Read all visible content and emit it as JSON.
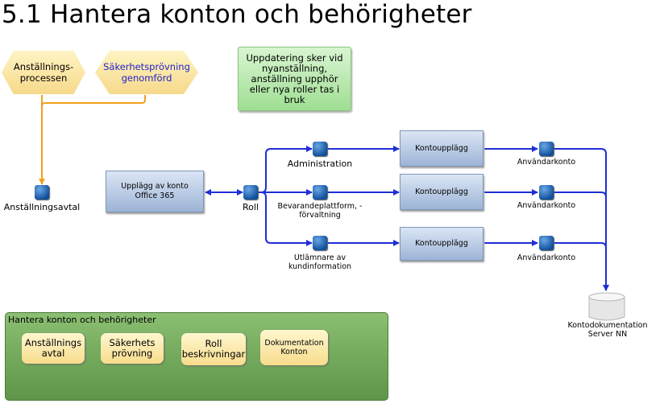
{
  "title": "5.1 Hantera konton och behörigheter",
  "inputs": {
    "hiring_process": "Anställnings-\nprocessen",
    "security_check": "Säkerhetsprövning genomförd"
  },
  "note": "Uppdatering sker vid nyanställning, anställning upphör eller nya roller tas i bruk",
  "nodes": {
    "employment_contract": "Anställningsavtal",
    "role": "Roll",
    "administration": "Administration",
    "preservation_platform": "Bevarandeplattform, -förvaltning",
    "release_info": "Utlämnare av kundinformation",
    "user_account_1": "Användarkonto",
    "user_account_2": "Användarkonto",
    "user_account_3": "Användarkonto"
  },
  "processes": {
    "office365": "Upplägg av konto Office 365",
    "account_setup_1": "Kontoupplägg",
    "account_setup_2": "Kontoupplägg",
    "account_setup_3": "Kontoupplägg"
  },
  "datastore": "Kontodokumentation Server NN",
  "group": {
    "title": "Hantera konton och behörigheter",
    "items": [
      "Anställnings avtal",
      "Säkerhets prövning",
      "Roll beskrivningar",
      "Dokumentation Konton"
    ]
  },
  "colors": {
    "flow": "#1f2fd6",
    "input_flow": "#f0a020",
    "security_text": "#2222cc"
  }
}
